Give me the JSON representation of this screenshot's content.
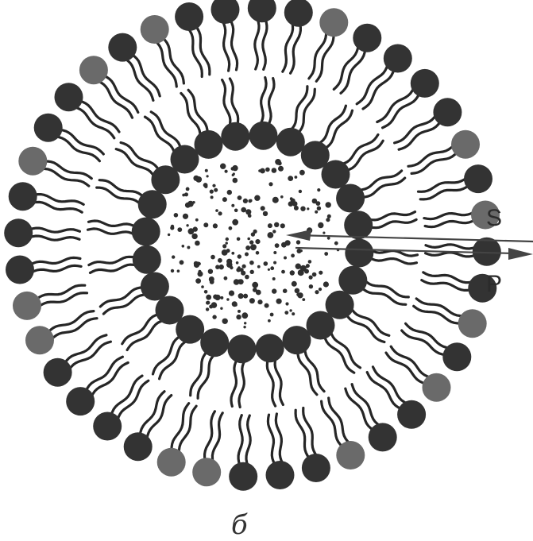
{
  "figure": {
    "labels": {
      "s": "S",
      "p": "P"
    },
    "caption": "б"
  },
  "colors": {
    "head": "#333333",
    "head_light": "#6a6a6a",
    "tail": "#262626",
    "dot": "#2f2f2f",
    "arrow": "#444444",
    "background": "#ffffff"
  }
}
